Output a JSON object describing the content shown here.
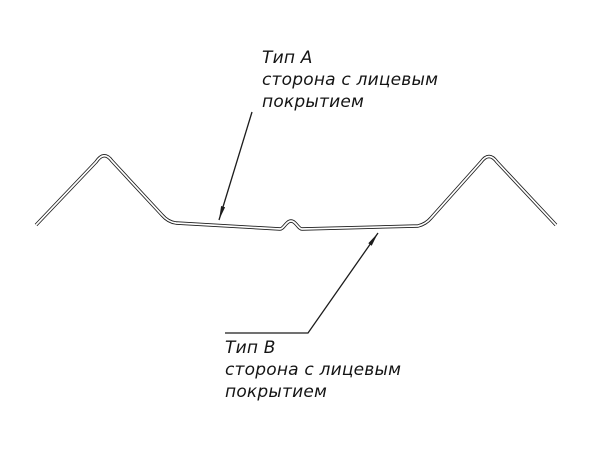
{
  "figure": {
    "kind": "technical-drawing-profile-cross-section",
    "labels": {
      "a": {
        "title": "Тип А",
        "line1": "сторона с лицевым",
        "line2": "покрытием"
      },
      "b": {
        "title": "Тип В",
        "line1": "сторона с лицевым",
        "line2": "покрытием"
      }
    },
    "colors": {
      "stroke": "#1c1c1c",
      "background": "#ffffff"
    }
  }
}
